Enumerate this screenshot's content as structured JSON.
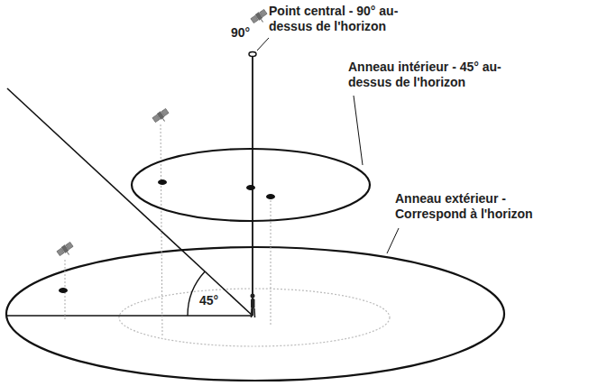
{
  "diagram": {
    "labels": [
      "Point central - 90° au-dessus de l'horizon",
      "90°",
      "Anneau intérieur - 45° au-dessus de l'horizon",
      "Anneau extérieur - Correspond à l'horizon",
      "45°"
    ]
  }
}
